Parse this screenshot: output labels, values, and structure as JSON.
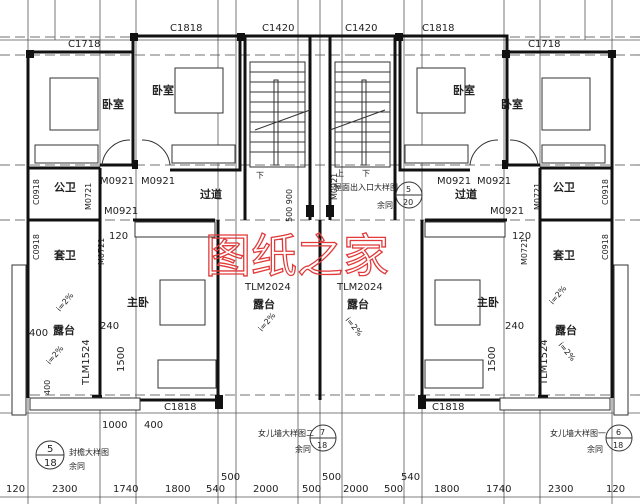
{
  "rooms": {
    "bedroom": "卧室",
    "public_bath": "公卫",
    "corridor": "过道",
    "ensuite": "套卫",
    "master": "主卧",
    "terrace": "露台"
  },
  "windows": {
    "c1718": "C1718",
    "c1818": "C1818",
    "c1420": "C1420",
    "c0918": "C0918",
    "tlm2024": "TLM2024",
    "tlm1524": "TLM1524"
  },
  "doors": {
    "m0921": "M0921",
    "m0721": "M0721"
  },
  "stairs": {
    "up": "上",
    "down": "下",
    "dim": "500 900"
  },
  "notes": {
    "roof_entry": "屋面出入口大样图",
    "eave": "封檐大样图",
    "parapet2": "女儿墙大样图二",
    "parapet1": "女儿墙大样图一",
    "same": "余同",
    "slope": "i=2%",
    "dim_120": "120",
    "dim_240": "240",
    "dim_400": "400",
    "dim_1500": "1500",
    "dim_1000": "1000"
  },
  "callouts": [
    {
      "num": "5",
      "sheet": "20"
    },
    {
      "num": "5",
      "sheet": "18"
    },
    {
      "num": "7",
      "sheet": "18"
    },
    {
      "num": "6",
      "sheet": "18"
    }
  ],
  "bottom_dims": [
    "120",
    "2300",
    "1740",
    "1800",
    "540",
    "500",
    "2000",
    "500",
    "500",
    "2000",
    "500",
    "540",
    "1800",
    "1740",
    "2300",
    "120"
  ],
  "watermark": "图纸之家",
  "colors": {
    "wall": "#111111",
    "watermark": "#e23a3a"
  }
}
